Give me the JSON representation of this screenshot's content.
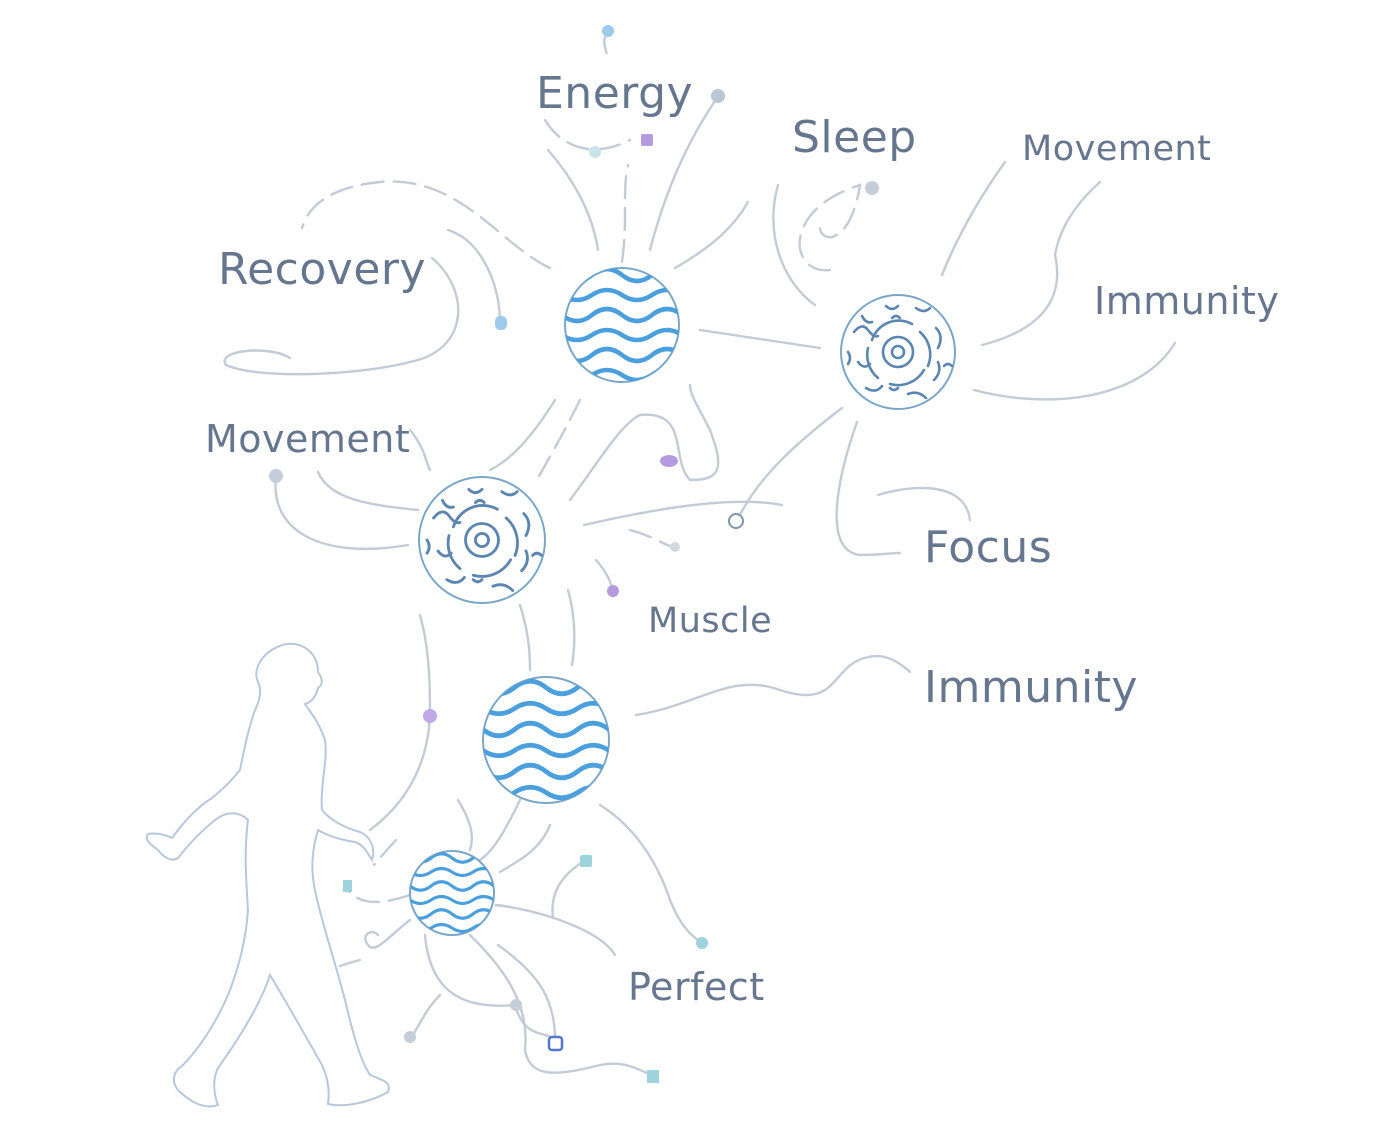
{
  "labels": {
    "energy": "Energy",
    "sleep": "Sleep",
    "movement_top": "Movement",
    "recovery": "Recovery",
    "immunity_right": "Immunity",
    "movement_left": "Movement",
    "focus": "Focus",
    "muscle": "Muscle",
    "immunity_mid": "Immunity",
    "perfect": "Perfect"
  },
  "colors": {
    "label_text": "#66768f",
    "thread": "#c3ccd6",
    "wave_orb": "#4a9fdc",
    "coral_orb": "#5c86b0",
    "dot_blue": "#9ecbea",
    "dot_purple": "#b59ae0",
    "dot_gray": "#c5ced8",
    "dot_teal": "#9dd3dc"
  },
  "orbs": [
    {
      "id": "orb-top-center",
      "pattern": "waves"
    },
    {
      "id": "orb-right",
      "pattern": "coral"
    },
    {
      "id": "orb-left",
      "pattern": "coral"
    },
    {
      "id": "orb-middle",
      "pattern": "waves"
    },
    {
      "id": "orb-bottom",
      "pattern": "waves"
    }
  ],
  "icons": [
    "walking-person-icon",
    "node-dot-icon"
  ]
}
